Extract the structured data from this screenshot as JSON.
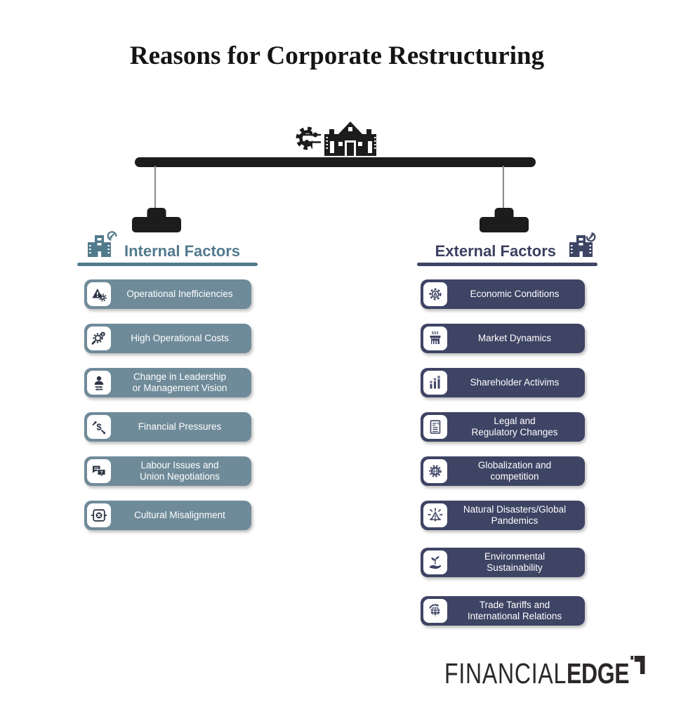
{
  "title": "Reasons for Corporate Restructuring",
  "colors": {
    "internal_pill": "#6f8b9a",
    "internal_accent": "#527a8d",
    "external_pill": "#3e4464",
    "external_accent": "#3c4161",
    "ink": "#1c1c1c"
  },
  "scale": {
    "top_icon": "gear-building-icon",
    "parts": [
      "balance-beam",
      "balance-weight-left",
      "balance-weight-right"
    ]
  },
  "internal": {
    "heading": "Internal Factors",
    "icon": "building-arrow-in-icon",
    "items": [
      {
        "label": "Operational Inefficiencies",
        "icon": "alert-gear-icon"
      },
      {
        "label": "High Operational Costs",
        "icon": "search-cost-icon"
      },
      {
        "label": "Change in Leadership\nor Management Vision",
        "icon": "leadership-change-icon"
      },
      {
        "label": "Financial Pressures",
        "icon": "financial-pressure-icon"
      },
      {
        "label": "Labour Issues and\nUnion Negotiations",
        "icon": "negotiation-chat-icon"
      },
      {
        "label": "Cultural Misalignment",
        "icon": "misalignment-icon"
      }
    ]
  },
  "external": {
    "heading": "External Factors",
    "icon": "building-arrow-out-icon",
    "items": [
      {
        "label": "Economic Conditions",
        "icon": "economy-gear-icon"
      },
      {
        "label": "Market Dynamics",
        "icon": "market-stall-icon"
      },
      {
        "label": "Shareholder Activims",
        "icon": "shareholder-chart-icon"
      },
      {
        "label": "Legal and\nRegulatory Changes",
        "icon": "legal-document-icon"
      },
      {
        "label": "Globalization and\ncompetition",
        "icon": "globe-gear-icon"
      },
      {
        "label": "Natural Disasters/Global\nPandemics",
        "icon": "pandemic-virus-icon"
      },
      {
        "label": "Environmental\nSustainability",
        "icon": "sustainability-hand-icon"
      },
      {
        "label": "Trade Tariffs and\nInternational Relations",
        "icon": "trade-globe-icon"
      }
    ]
  },
  "footer": {
    "brand_light": "FINANCIAL",
    "brand_bold": "EDGE"
  }
}
